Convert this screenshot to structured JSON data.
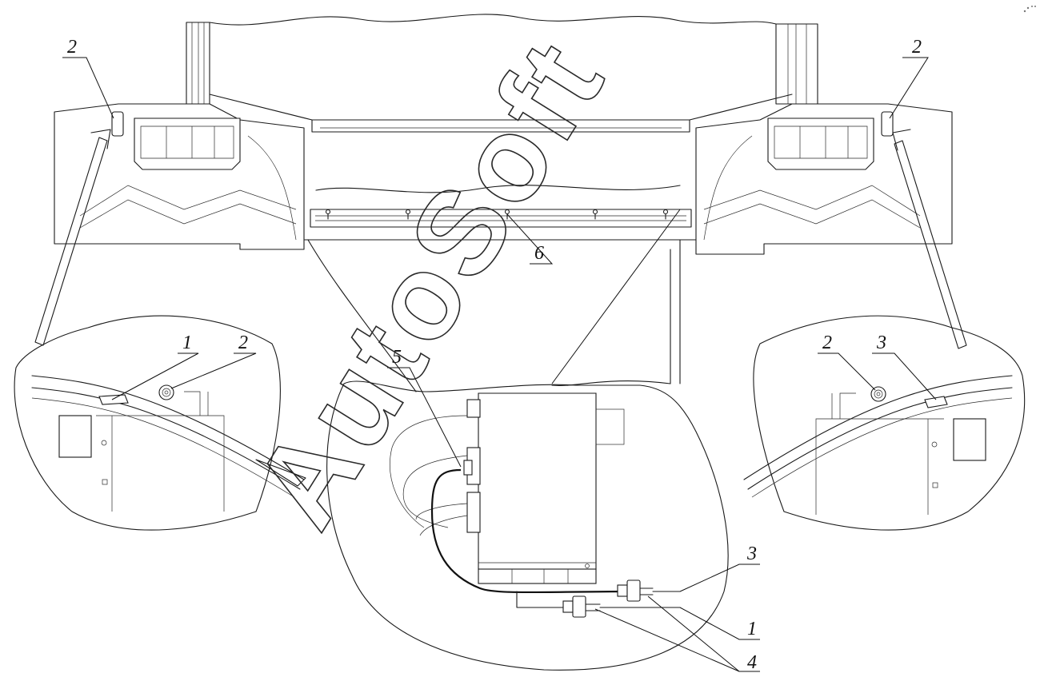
{
  "callouts": {
    "top_left_2": "2",
    "top_right_2": "2",
    "callout_6": "6",
    "left_detail_1": "1",
    "left_detail_2": "2",
    "right_detail_2": "2",
    "right_detail_3": "3",
    "callout_5": "5",
    "bottom_3": "3",
    "bottom_1": "1",
    "bottom_4": "4"
  },
  "watermark": {
    "text": "AutoSoft"
  }
}
